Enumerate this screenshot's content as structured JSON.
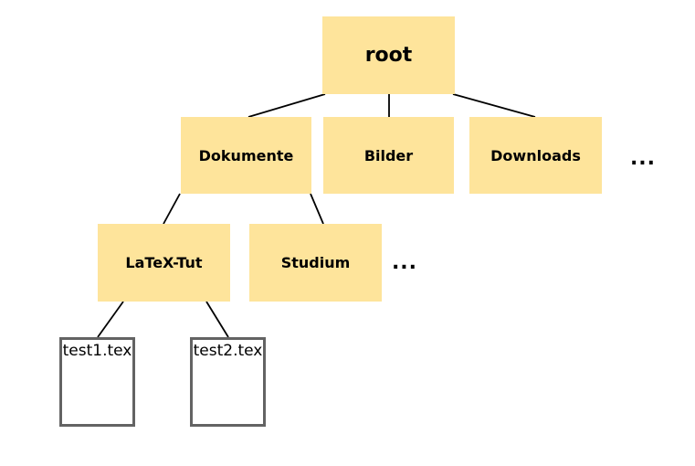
{
  "diagram": {
    "type": "tree",
    "description": "File system directory tree",
    "nodes": {
      "root": {
        "label": "root",
        "kind": "folder",
        "level": 0
      },
      "dokumente": {
        "label": "Dokumente",
        "kind": "folder",
        "level": 1
      },
      "bilder": {
        "label": "Bilder",
        "kind": "folder",
        "level": 1
      },
      "downloads": {
        "label": "Downloads",
        "kind": "folder",
        "level": 1
      },
      "more_level1": {
        "label": "...",
        "kind": "ellipsis",
        "level": 1
      },
      "latex_tut": {
        "label": "LaTeX-Tut",
        "kind": "folder",
        "level": 2
      },
      "studium": {
        "label": "Studium",
        "kind": "folder",
        "level": 2
      },
      "more_level2": {
        "label": "...",
        "kind": "ellipsis",
        "level": 2
      },
      "test1": {
        "label": "test1.tex",
        "kind": "file",
        "level": 3
      },
      "test2": {
        "label": "test2.tex",
        "kind": "file",
        "level": 3
      }
    },
    "edges": [
      {
        "from": "root",
        "to": "dokumente"
      },
      {
        "from": "root",
        "to": "bilder"
      },
      {
        "from": "root",
        "to": "downloads"
      },
      {
        "from": "dokumente",
        "to": "latex_tut"
      },
      {
        "from": "dokumente",
        "to": "studium"
      },
      {
        "from": "latex_tut",
        "to": "test1"
      },
      {
        "from": "latex_tut",
        "to": "test2"
      }
    ],
    "colors": {
      "folder_fill": "#FEE49B",
      "file_border": "#636363",
      "edge": "#000000",
      "text": "#000000",
      "background": "#FFFFFF"
    }
  }
}
